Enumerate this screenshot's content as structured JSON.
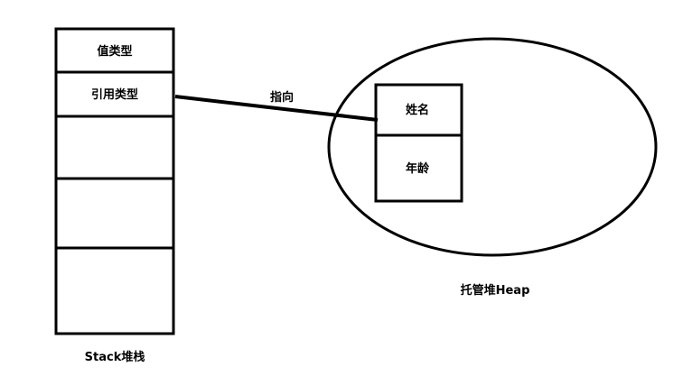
{
  "stack": {
    "cells": [
      {
        "label": "值类型"
      },
      {
        "label": "引用类型"
      },
      {
        "label": ""
      },
      {
        "label": ""
      },
      {
        "label": ""
      }
    ],
    "caption": "Stack堆栈"
  },
  "heap": {
    "object": {
      "fields": [
        {
          "label": "姓名"
        },
        {
          "label": "年龄"
        }
      ]
    },
    "caption": "托管堆Heap"
  },
  "pointer": {
    "label": "指向"
  },
  "colors": {
    "stroke": "#000000",
    "background": "#ffffff"
  }
}
